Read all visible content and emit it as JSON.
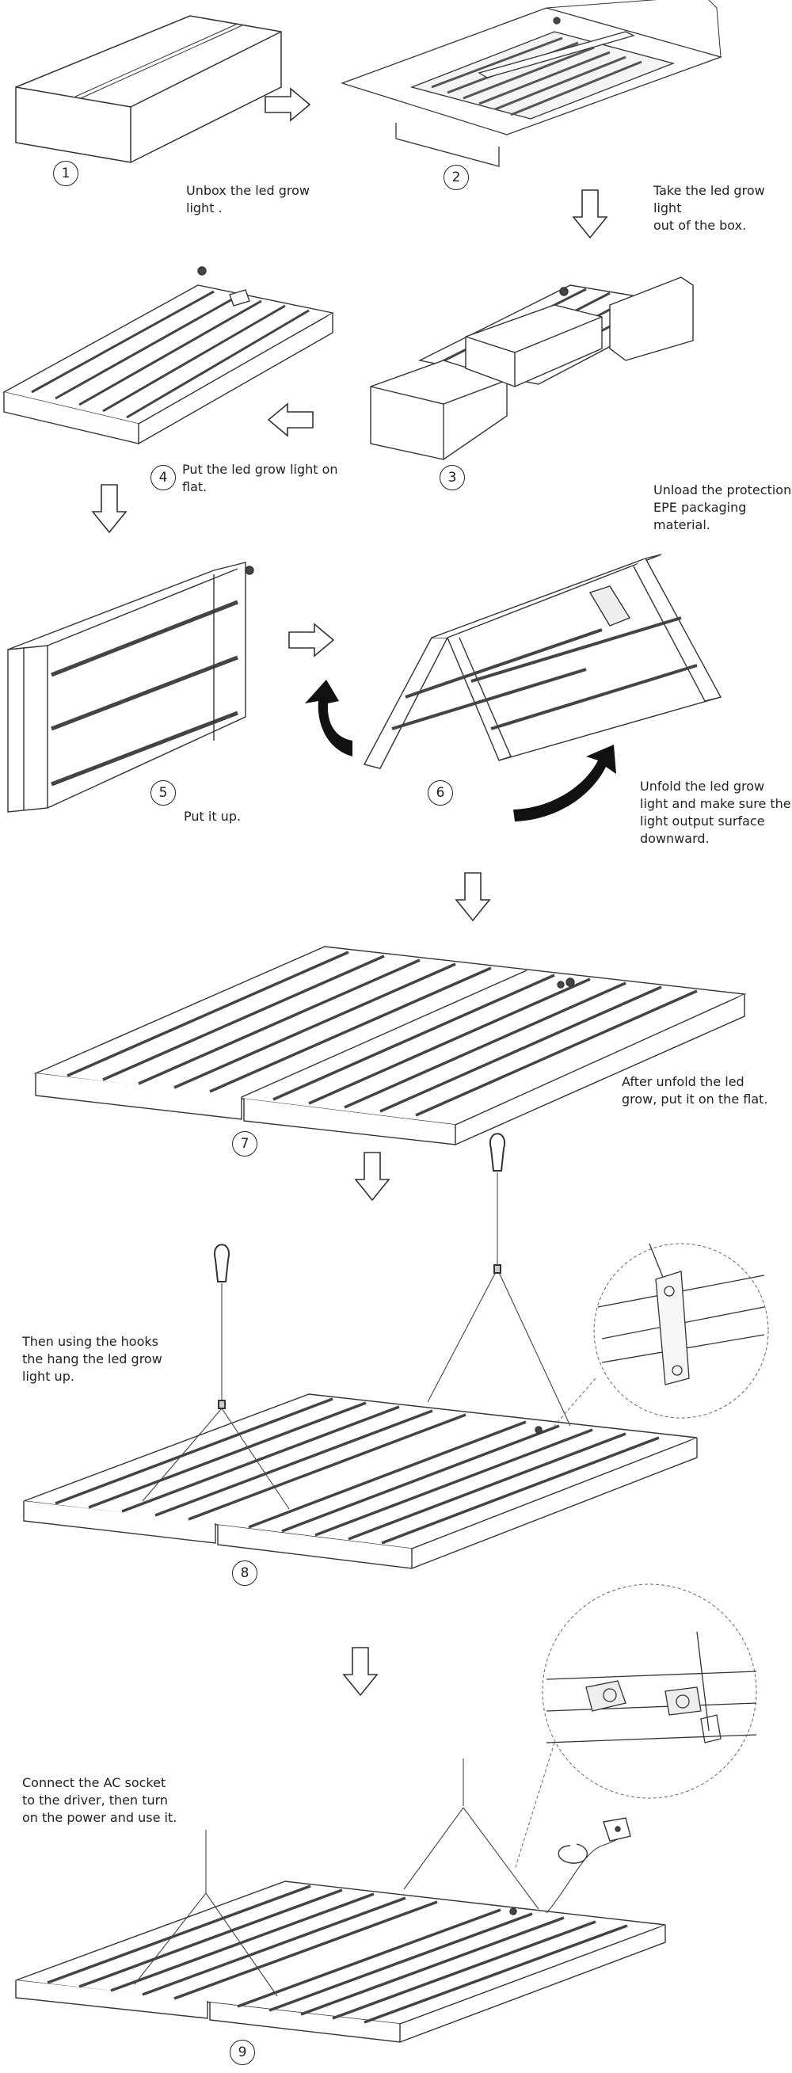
{
  "steps": [
    {
      "number": "1",
      "caption": "Unbox the led grow\nlight ."
    },
    {
      "number": "2",
      "caption": "Take the led grow light\nout of the box."
    },
    {
      "number": "3",
      "caption": "Unload the protection\nEPE packaging material."
    },
    {
      "number": "4",
      "caption": "Put the led grow light on\nflat."
    },
    {
      "number": "5",
      "caption": "Put it up."
    },
    {
      "number": "6",
      "caption": "Unfold the led grow\nlight and make sure the\nlight output surface\ndownward."
    },
    {
      "number": "7",
      "caption": "After unfold the led\ngrow, put it on the flat."
    },
    {
      "number": "8",
      "caption": "Then using the hooks\nthe hang the led grow\nlight up."
    },
    {
      "number": "9",
      "caption": "Connect the AC socket\nto the driver, then turn\non the power and use it."
    }
  ],
  "icons": {
    "arrow_outline": "outline-arrow-icon",
    "rotate_arrow": "curved-rotate-arrow-icon",
    "carabiner_hook": "hook-icon",
    "magnifier_detail": "zoom-detail-circle"
  },
  "colors": {
    "line": "#333333",
    "fill_dark": "#111111",
    "background": "#ffffff"
  }
}
